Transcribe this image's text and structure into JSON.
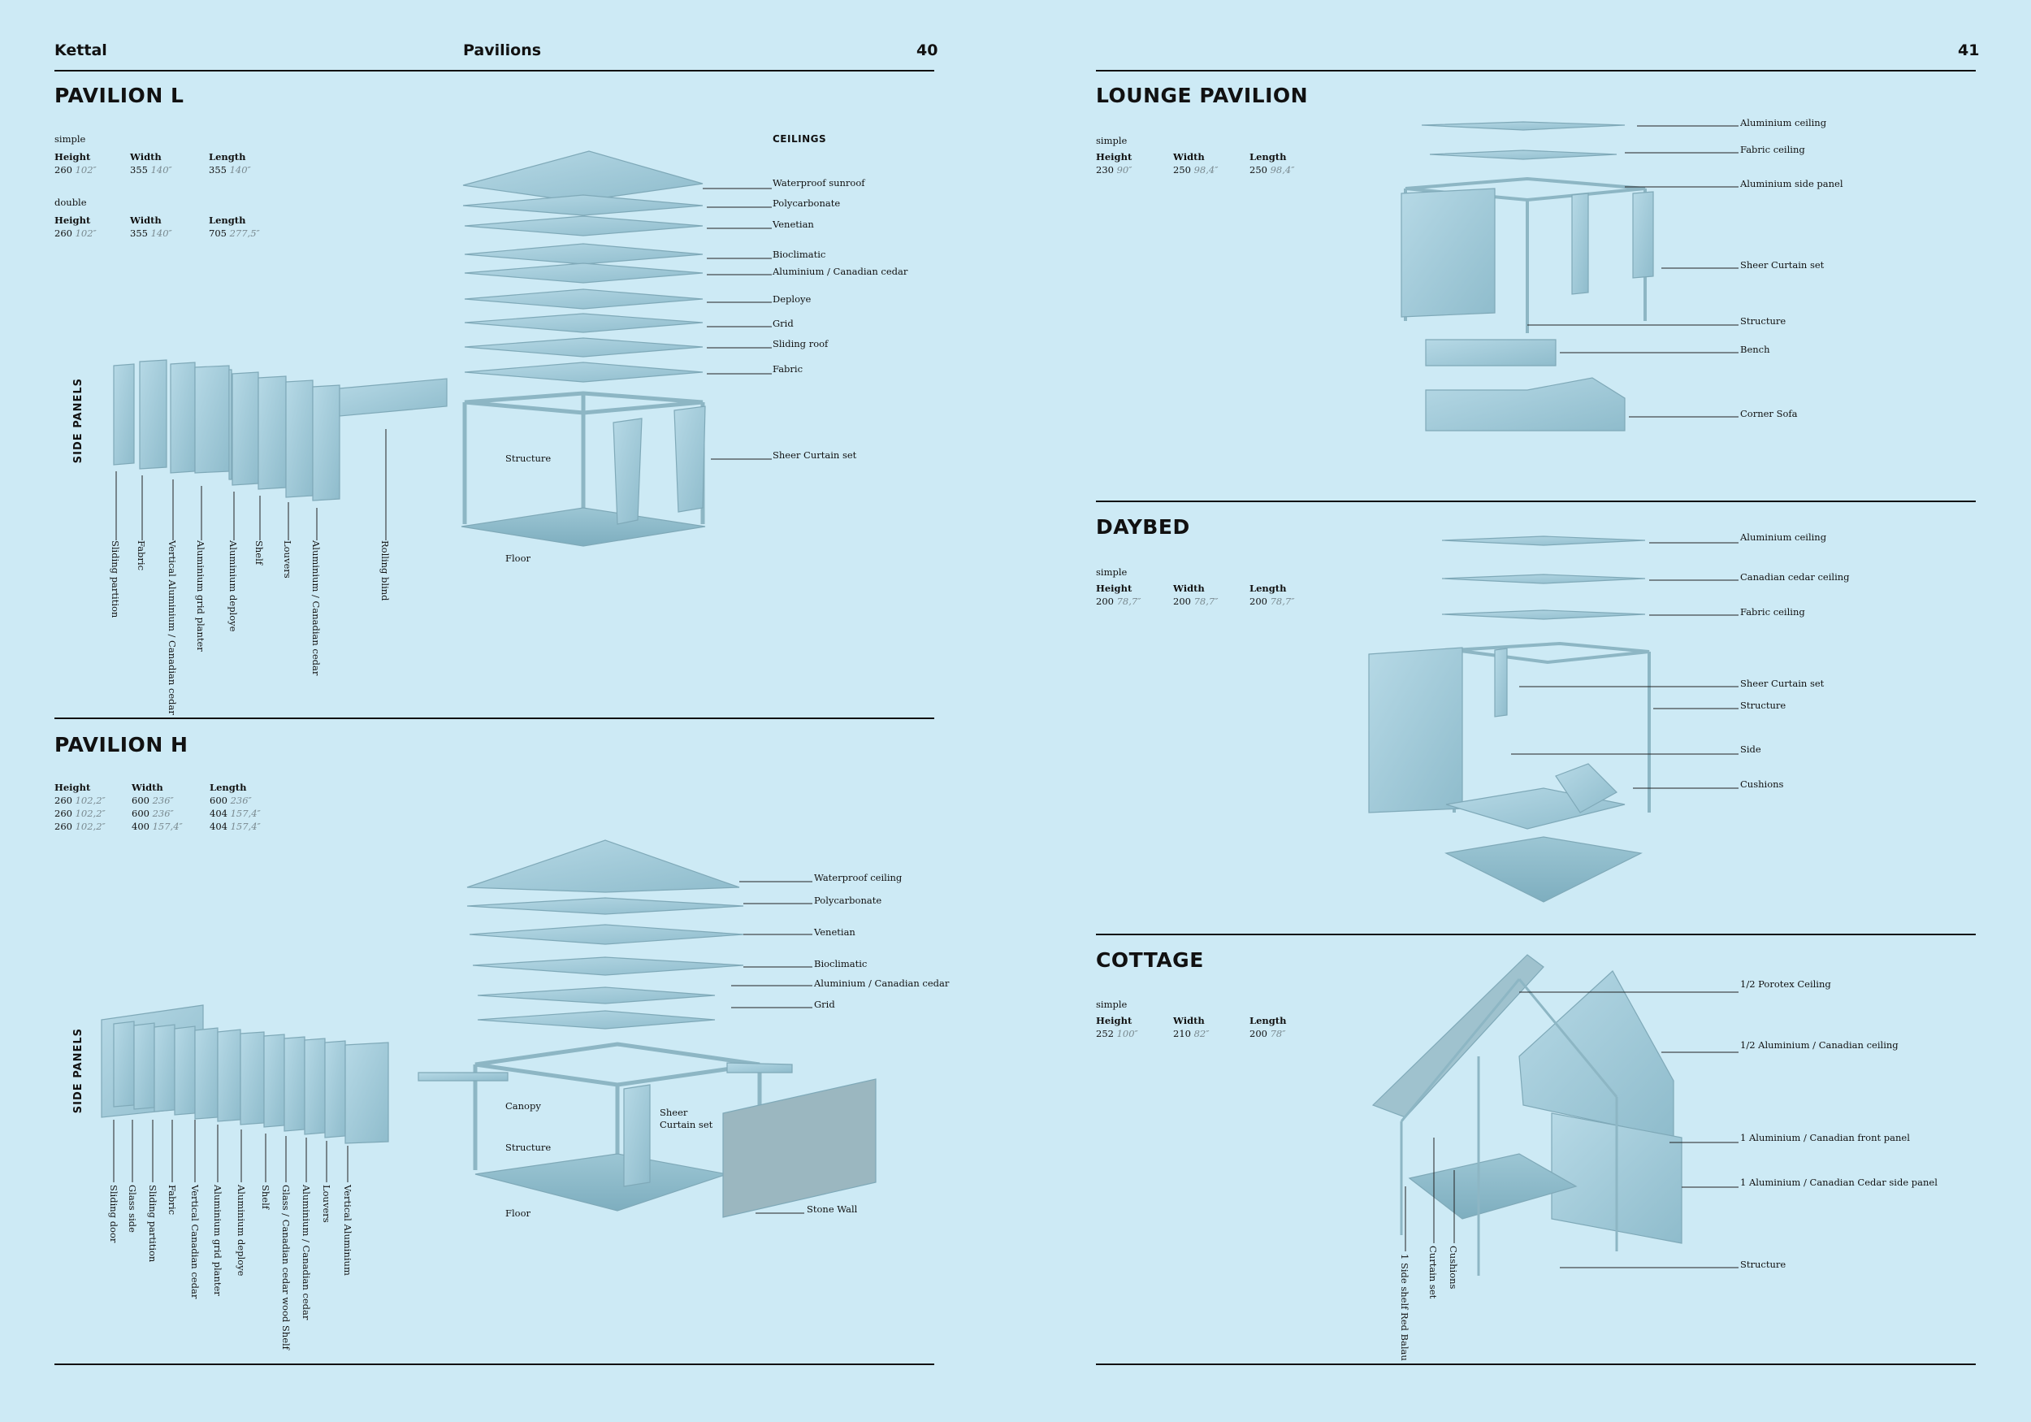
{
  "header": {
    "brand": "Kettal",
    "section": "Pavilions",
    "page_left": "40",
    "page_right": "41"
  },
  "pavilion_l": {
    "title": "PAVILION L",
    "ceilings_title": "CEILINGS",
    "side_panels_title": "SIDE PANELS",
    "specs": [
      {
        "variant": "simple",
        "height": "260",
        "height_in": "102″",
        "width": "355",
        "width_in": "140″",
        "length": "355",
        "length_in": "140″"
      },
      {
        "variant": "double",
        "height": "260",
        "height_in": "102″",
        "width": "355",
        "width_in": "140″",
        "length": "705",
        "length_in": "277,5″"
      }
    ],
    "spec_headers": {
      "height": "Height",
      "width": "Width",
      "length": "Length"
    },
    "ceilings": [
      "Waterproof sunroof",
      "Polycarbonate",
      "Venetian",
      "Bioclimatic",
      "Aluminium / Canadian cedar",
      "Deploye",
      "Grid",
      "Sliding roof",
      "Fabric",
      "Sheer Curtain set"
    ],
    "structure_label": "Structure",
    "floor_label": "Floor",
    "side_panels": [
      "Sliding partition",
      "Fabric",
      "Vertical Aluminium / Canadian cedar",
      "Aluminium grid planter",
      "Aluminium  deploye",
      "Shelf",
      "Louvers",
      "Aluminium / Canadian cedar",
      "Rolling  blind"
    ]
  },
  "pavilion_h": {
    "title": "PAVILION H",
    "side_panels_title": "SIDE PANELS",
    "spec_headers": {
      "height": "Height",
      "width": "Width",
      "length": "Length"
    },
    "rows": [
      {
        "height": "260",
        "height_in": "102,2″",
        "width": "600",
        "width_in": "236″",
        "length": "600",
        "length_in": "236″"
      },
      {
        "height": "260",
        "height_in": "102,2″",
        "width": "600",
        "width_in": "236″",
        "length": "404",
        "length_in": "157,4″"
      },
      {
        "height": "260",
        "height_in": "102,2″",
        "width": "400",
        "width_in": "157,4″",
        "length": "404",
        "length_in": "157,4″"
      }
    ],
    "ceilings": [
      "Waterproof ceiling",
      "Polycarbonate",
      "Venetian",
      "Bioclimatic",
      "Aluminium / Canadian cedar",
      "Grid"
    ],
    "canopy_label": "Canopy",
    "sheer_label_1": "Sheer",
    "sheer_label_2": "Curtain set",
    "structure_label": "Structure",
    "floor_label": "Floor",
    "stone_wall_label": "Stone Wall",
    "side_panels": [
      "Sliding door",
      "Glass side",
      "Sliding partition",
      "Fabric",
      "Vertical Canadian cedar",
      "Aluminium grid planter",
      "Aluminium deploye",
      "Shelf",
      "Glass / Canadian cedar wood Shelf",
      "Aluminium / Canadian cedar",
      "Louvers",
      "Vertical Aluminium"
    ]
  },
  "lounge": {
    "title": "LOUNGE PAVILION",
    "variant": "simple",
    "spec_headers": {
      "height": "Height",
      "width": "Width",
      "length": "Length"
    },
    "height": "230",
    "height_in": "90″",
    "width": "250",
    "width_in": "98,4″",
    "length": "250",
    "length_in": "98,4″",
    "labels": [
      "Aluminium ceiling",
      "Fabric ceiling",
      "Aluminium side panel",
      "Sheer Curtain set",
      "Structure",
      "Bench",
      "Corner Sofa"
    ]
  },
  "daybed": {
    "title": "DAYBED",
    "variant": "simple",
    "spec_headers": {
      "height": "Height",
      "width": "Width",
      "length": "Length"
    },
    "height": "200",
    "height_in": "78,7″",
    "width": "200",
    "width_in": "78,7″",
    "length": "200",
    "length_in": "78,7″",
    "labels": [
      "Aluminium ceiling",
      "Canadian cedar ceiling",
      "Fabric ceiling",
      "Sheer Curtain set",
      "Structure",
      "Side",
      "Cushions"
    ]
  },
  "cottage": {
    "title": "COTTAGE",
    "variant": "simple",
    "spec_headers": {
      "height": "Height",
      "width": "Width",
      "length": "Length"
    },
    "height": "252",
    "height_in": "100″",
    "width": "210",
    "width_in": "82″",
    "length": "200",
    "length_in": "78″",
    "labels": [
      "1/2  Porotex Ceiling",
      "1/2  Aluminium  / Canadian ceiling",
      "1  Aluminium / Canadian front panel",
      "1  Aluminium / Canadian Cedar side panel",
      "Structure"
    ],
    "vertical_labels": [
      "1  Side shelf Red Balau",
      "Curtain set",
      "Cushions"
    ]
  },
  "colors": {
    "background": "#cdeaf5",
    "drawing_fill": "#a9cfdc",
    "drawing_stroke": "#7fa9b8",
    "text": "#111111"
  }
}
